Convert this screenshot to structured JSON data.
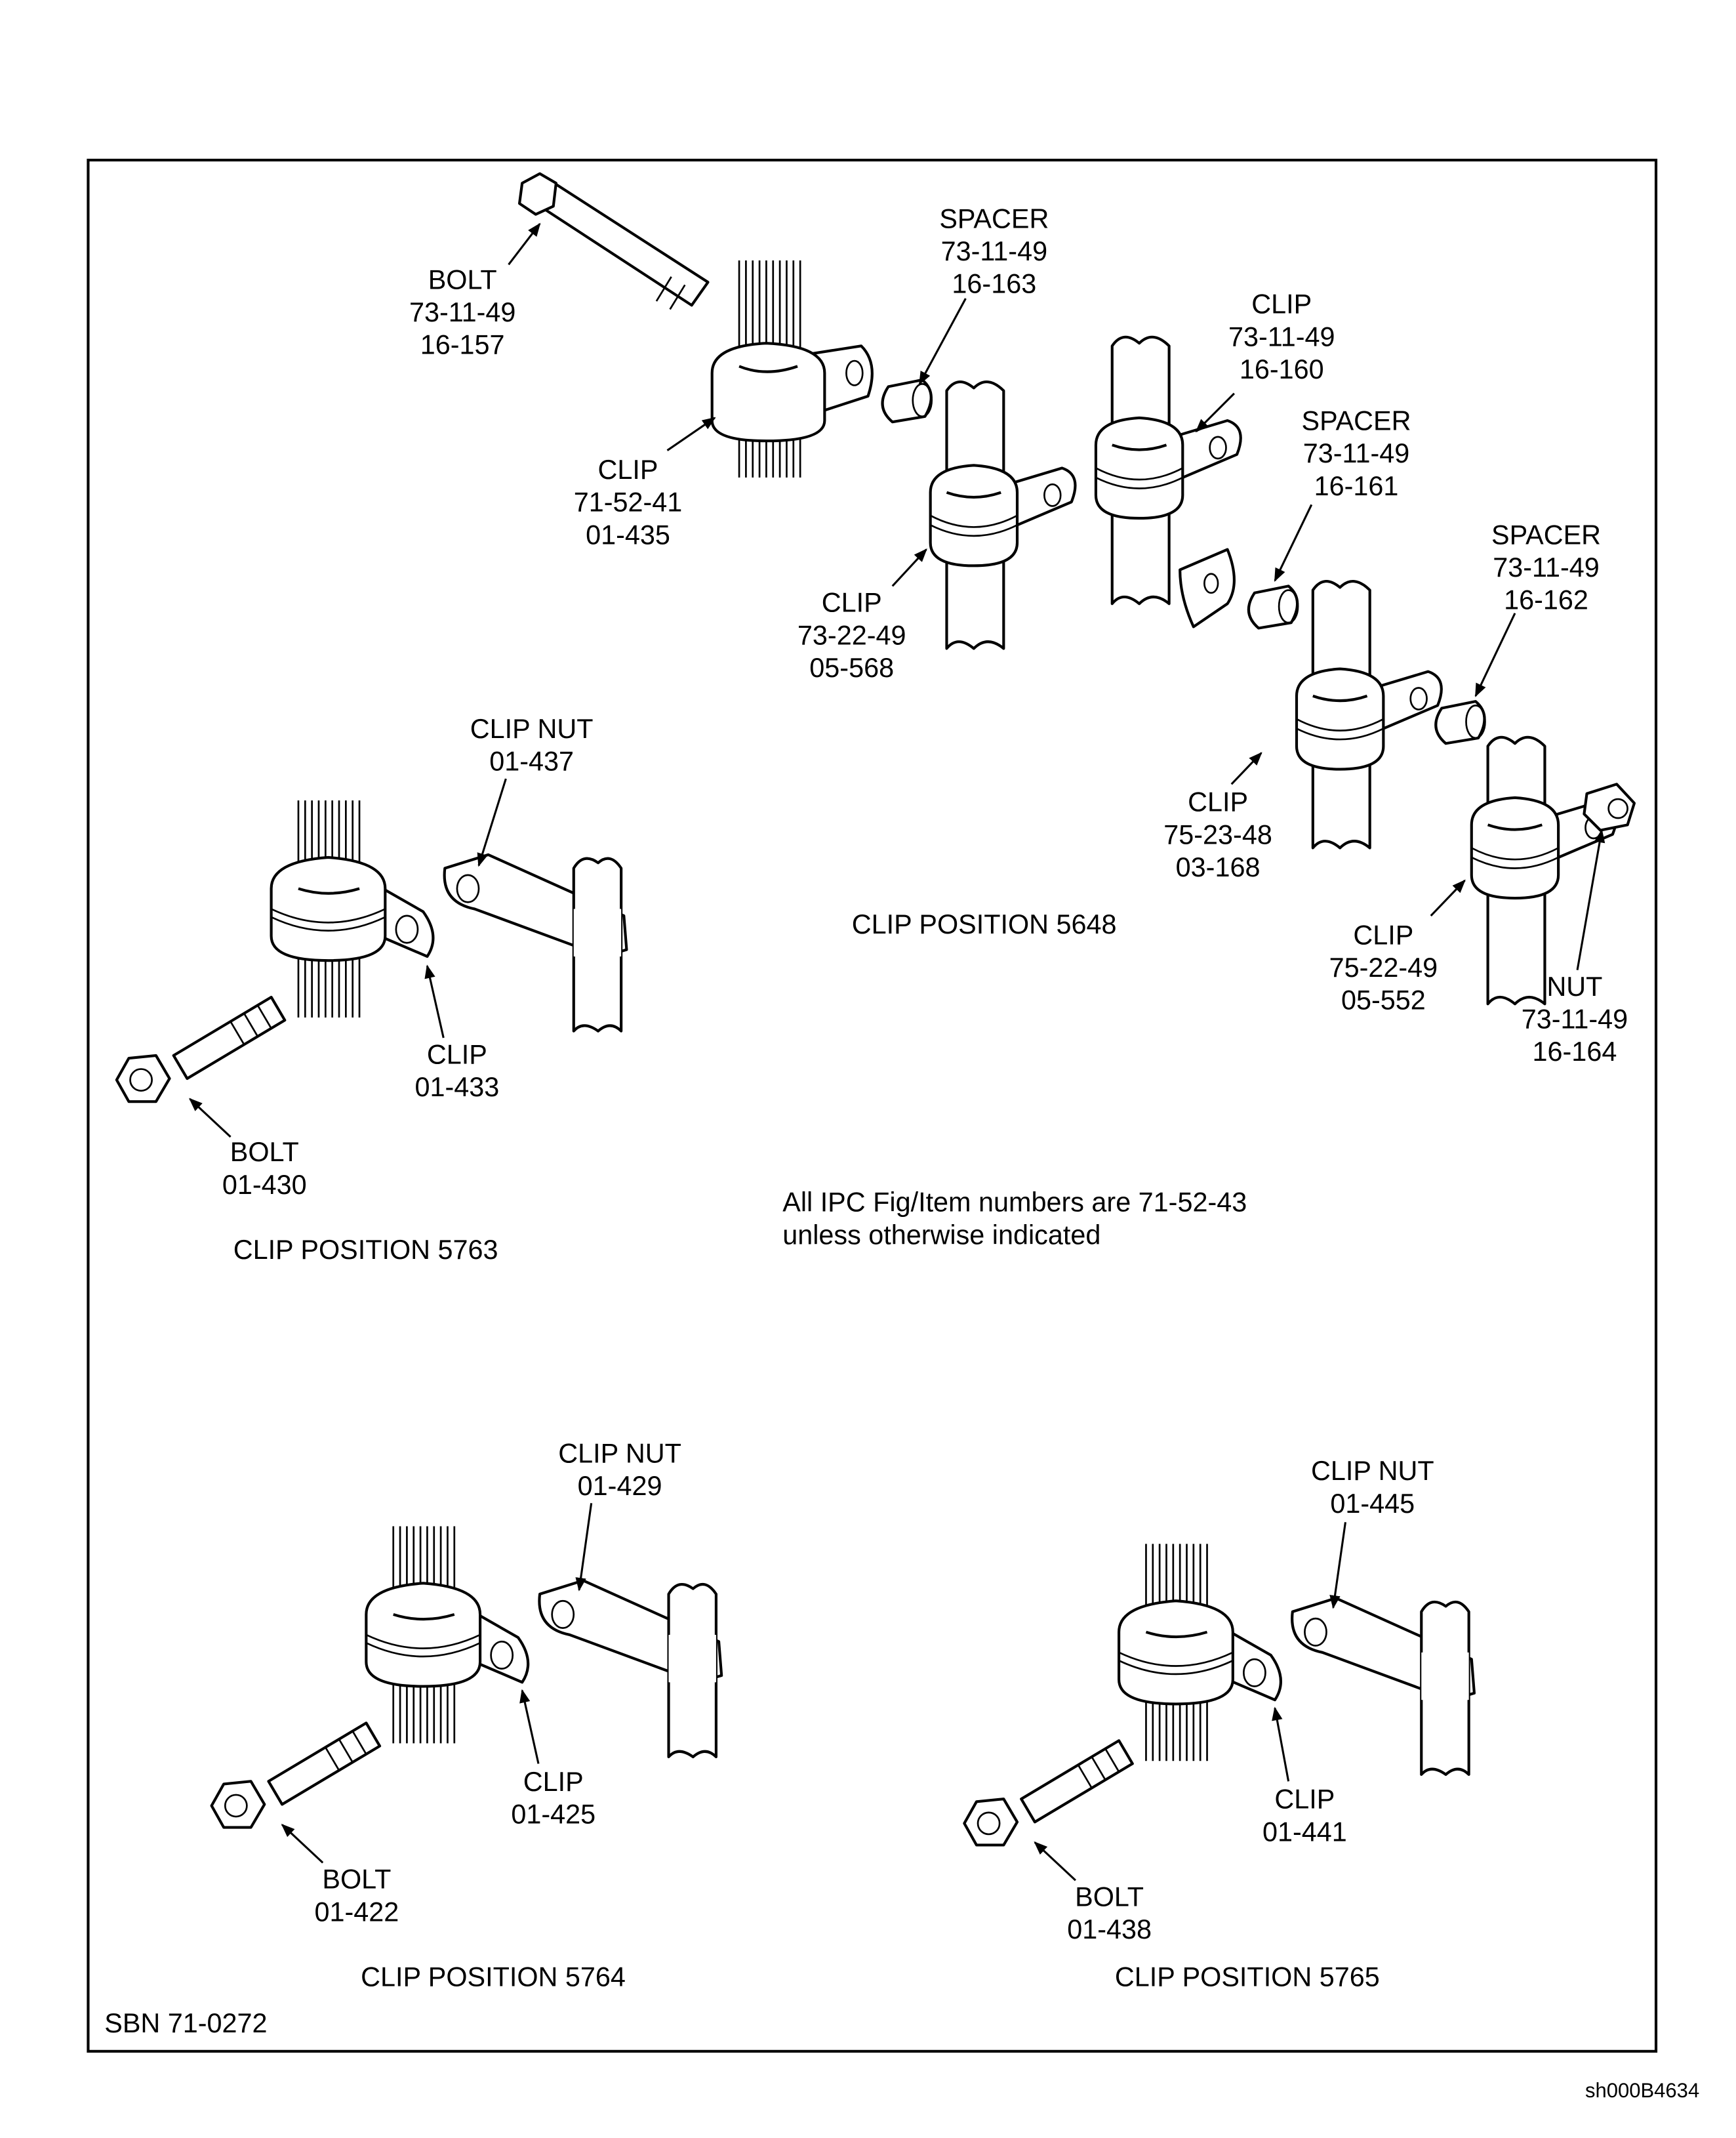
{
  "frame_label": "SBN 71-0272",
  "sheet_id": "sh000B4634",
  "note": [
    "All IPC Fig/Item numbers are 71-52-43",
    "unless otherwise indicated"
  ],
  "positions": {
    "p5648": "CLIP POSITION 5648",
    "p5763": "CLIP POSITION 5763",
    "p5764": "CLIP POSITION 5764",
    "p5765": "CLIP POSITION 5765"
  },
  "callouts": {
    "bolt_16_157": [
      "BOLT",
      "73-11-49",
      "16-157"
    ],
    "spacer_16_163": [
      "SPACER",
      "73-11-49",
      "16-163"
    ],
    "clip_16_160": [
      "CLIP",
      "73-11-49",
      "16-160"
    ],
    "spacer_16_161": [
      "SPACER",
      "73-11-49",
      "16-161"
    ],
    "spacer_16_162": [
      "SPACER",
      "73-11-49",
      "16-162"
    ],
    "clip_01_435": [
      "CLIP",
      "71-52-41",
      "01-435"
    ],
    "clip_05_568": [
      "CLIP",
      "73-22-49",
      "05-568"
    ],
    "clip_03_168": [
      "CLIP",
      "75-23-48",
      "03-168"
    ],
    "clip_05_552": [
      "CLIP",
      "75-22-49",
      "05-552"
    ],
    "nut_16_164": [
      "NUT",
      "73-11-49",
      "16-164"
    ],
    "clipnut_01_437": [
      "CLIP NUT",
      "01-437"
    ],
    "clip_01_433": [
      "CLIP",
      "01-433"
    ],
    "bolt_01_430": [
      "BOLT",
      "01-430"
    ],
    "clipnut_01_429": [
      "CLIP NUT",
      "01-429"
    ],
    "clip_01_425": [
      "CLIP",
      "01-425"
    ],
    "bolt_01_422": [
      "BOLT",
      "01-422"
    ],
    "clipnut_01_445": [
      "CLIP NUT",
      "01-445"
    ],
    "clip_01_441": [
      "CLIP",
      "01-441"
    ],
    "bolt_01_438": [
      "BOLT",
      "01-438"
    ]
  }
}
